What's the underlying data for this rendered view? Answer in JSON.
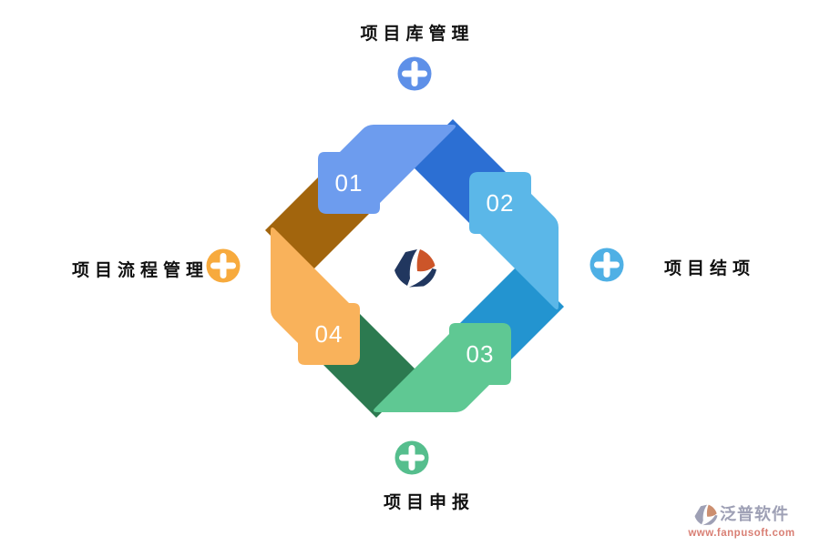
{
  "diagram": {
    "nodes": [
      {
        "position": "top",
        "label": "项目库管理",
        "plus_color": "#5E90E8"
      },
      {
        "position": "right",
        "label": "项目结项",
        "plus_color": "#4FB0E5"
      },
      {
        "position": "bottom",
        "label": "项目申报",
        "plus_color": "#55BE8D"
      },
      {
        "position": "left",
        "label": "项目流程管理",
        "plus_color": "#F7AA3D"
      }
    ],
    "cycle": {
      "arrows": [
        {
          "step": "01",
          "rotation": 0,
          "color": "#6D9CEE",
          "fold_color": "#2C6FD3"
        },
        {
          "step": "02",
          "rotation": 90,
          "color": "#5BB7E8",
          "fold_color": "#2394D0"
        },
        {
          "step": "03",
          "rotation": 180,
          "color": "#5FC893",
          "fold_color": "#2C7A50"
        },
        {
          "step": "04",
          "rotation": 270,
          "color": "#F9B25B",
          "fold_color": "#A2650D"
        }
      ],
      "center_logo": {
        "navy": "#21375F",
        "accent": "#CC5529"
      }
    }
  },
  "watermark": {
    "brand": "泛普软件",
    "url": "www.fanpusoft.com",
    "brand_color": "#9EA0B5",
    "url_color": "#D97F74",
    "logo_gray": "#9EA0B5",
    "logo_accent": "#CC8F70"
  }
}
